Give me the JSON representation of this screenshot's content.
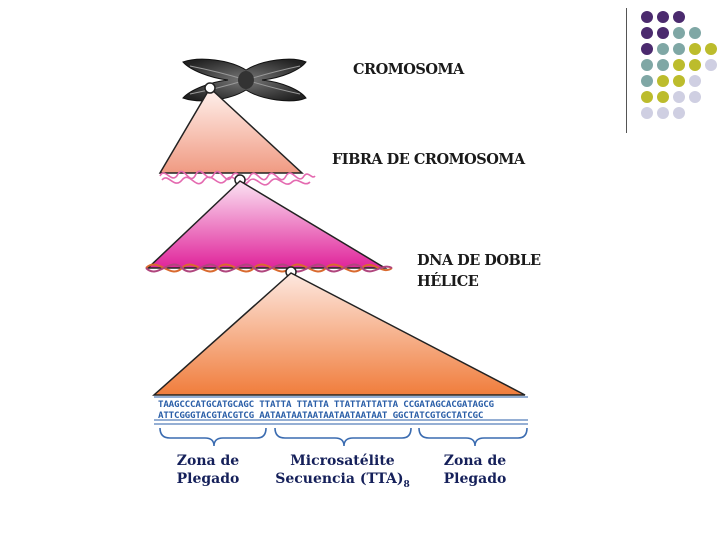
{
  "labels": {
    "chromosome": "CROMOSOMA",
    "fiber": "FIBRA DE CROMOSOMA",
    "dna_line1": "DNA DE DOBLE",
    "dna_line2": "HÉLICE"
  },
  "sequence": {
    "top": "TAAGCCCATGCATGCAGC TTATTA TTATTA TTATTATTATTA CCGATAGCACGATAGCG",
    "bottom": "ATTCGGGTACGTACGTCG AATAATAATAATAATAATAATAAT GGCTATCGTGCTATCGC"
  },
  "zones": {
    "left": {
      "line1": "Zona de",
      "line2": "Plegado"
    },
    "middle": {
      "line1": "Microsatélite",
      "line2": "Secuencia (TTA)",
      "subscript": "8"
    },
    "right": {
      "line1": "Zona de",
      "line2": "Plegado"
    }
  },
  "colors": {
    "purple": "#4b2a6e",
    "teal": "#7fa7a5",
    "olive": "#bcbc2c",
    "lavender": "#cfcfe2",
    "sequence_blue": "#2b5fa8",
    "zone_text": "#15205a",
    "brace_blue": "#3a6bb0"
  }
}
